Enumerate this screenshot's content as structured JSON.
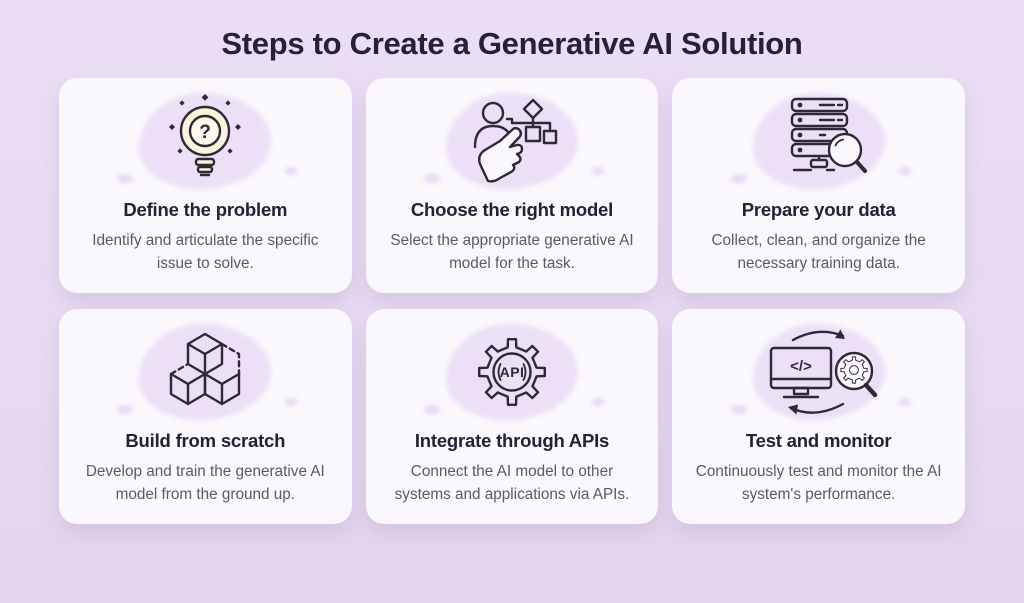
{
  "page": {
    "title": "Steps to Create a Generative AI Solution"
  },
  "colors": {
    "background": "#e7dbf2",
    "card": "#faf7fd",
    "icon_blob": "#ebe0f6",
    "icon_stroke": "#2e2838",
    "bulb_fill": "#f8f3da",
    "heading_text": "#262033",
    "body_text": "#5d5767"
  },
  "cards": [
    {
      "icon": "lightbulb-question-icon",
      "title": "Define the problem",
      "description": "Identify and articulate the specific issue to solve."
    },
    {
      "icon": "model-selection-icon",
      "title": "Choose the right model",
      "description": "Select the appropriate generative AI model for the task."
    },
    {
      "icon": "data-server-search-icon",
      "title": "Prepare your data",
      "description": "Collect, clean, and organize the necessary training data."
    },
    {
      "icon": "building-blocks-icon",
      "title": "Build from scratch",
      "description": "Develop and train the generative AI model from the ground up."
    },
    {
      "icon": "api-gear-icon",
      "title": "Integrate through APIs",
      "description": "Connect the AI model to other systems and applications via APIs."
    },
    {
      "icon": "monitor-test-icon",
      "title": "Test and monitor",
      "description": "Continuously test and monitor the AI system's performance."
    }
  ],
  "icon_labels": {
    "question_mark": "?",
    "api_text": "API",
    "code_text": "</>"
  }
}
